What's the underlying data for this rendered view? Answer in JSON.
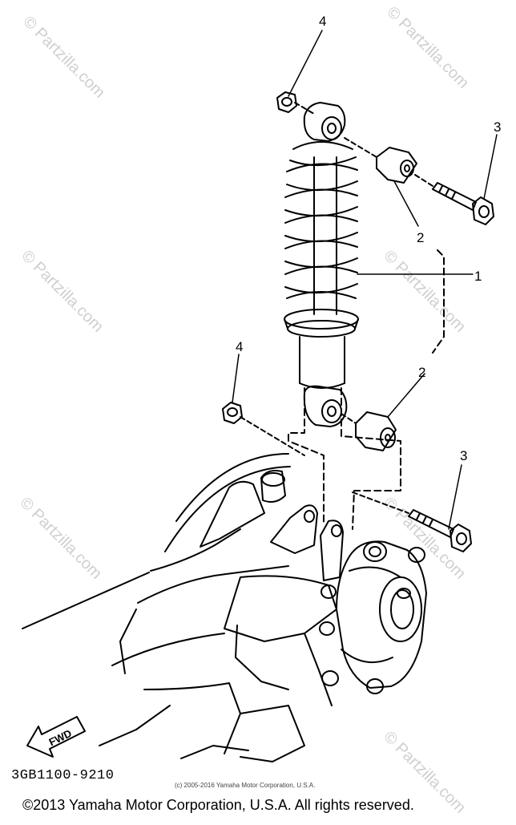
{
  "callouts": {
    "c1": "1",
    "c2_top": "2",
    "c2_bottom": "2",
    "c3_top": "3",
    "c3_bottom": "3",
    "c4_top": "4",
    "c4_bottom": "4"
  },
  "fwd_label": "FWD",
  "drawing_code": "3GB1100-9210",
  "small_copyright": "(c) 2005-2016 Yamaha Motor Corporation, U.S.A.",
  "footer": "©2013 Yamaha Motor Corporation, U.S.A. All rights reserved.",
  "watermark": "© Partzilla.com",
  "colors": {
    "line": "#000000",
    "watermark": "#c8c8c8",
    "background": "#ffffff"
  }
}
